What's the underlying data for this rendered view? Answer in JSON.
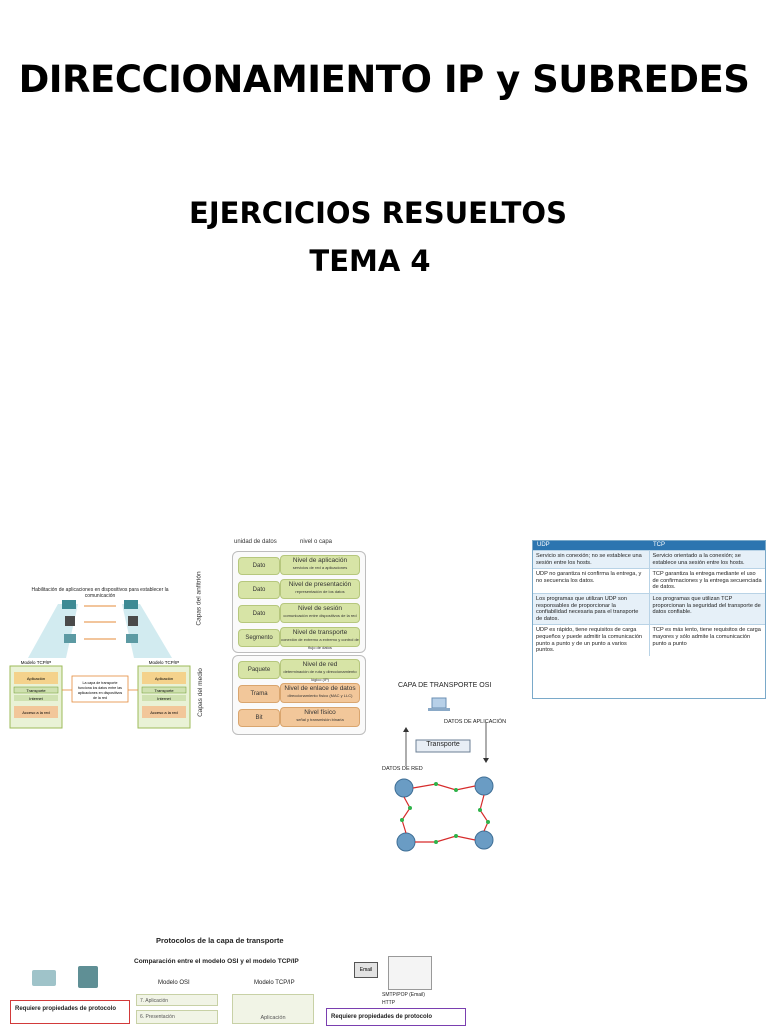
{
  "slide": {
    "title": "DIRECCIONAMIENTO IP y SUBREDES",
    "subtitle_1": "EJERCICIOS RESUELTOS",
    "subtitle_2": "TEMA 4"
  },
  "figure_app_comm": {
    "caption": "Habilitación de aplicaciones en dispositivos para establecer la comunicación",
    "model_left": "Modelo TCP/IP",
    "model_right": "Modelo TCP/IP",
    "layers": [
      "Aplicación",
      "Transporte",
      "Internet",
      "Acceso a la red"
    ],
    "callout": "La capa de transporte funciona los datos entre las aplicaciones en dispositivos de la red"
  },
  "figure_osi": {
    "col_pdu": "unidad de datos",
    "col_layer": "nivel o capa",
    "host_label": "Capas del anfitrión",
    "media_label": "Capas del medio",
    "host_rows": [
      {
        "pdu": "Dato",
        "layer": "Nivel de aplicación",
        "desc": "servicios de red a aplicaciones"
      },
      {
        "pdu": "Dato",
        "layer": "Nivel de presentación",
        "desc": "representación de los datos"
      },
      {
        "pdu": "Dato",
        "layer": "Nivel de sesión",
        "desc": "comunicación entre dispositivos de la red"
      },
      {
        "pdu": "Segmento",
        "layer": "Nivel de transporte",
        "desc": "conexión de extremo a extremo y control de flujo de datos"
      }
    ],
    "media_rows": [
      {
        "pdu": "Paquete",
        "layer": "Nivel de red",
        "desc": "determinación de ruta y direccionamiento lógico (IP)"
      },
      {
        "pdu": "Trama",
        "layer": "Nivel de enlace de datos",
        "desc": "direccionamiento físico (MAC y LLC)"
      },
      {
        "pdu": "Bit",
        "layer": "Nivel físico",
        "desc": "señal y transmisión binaria"
      }
    ]
  },
  "figure_transport": {
    "title": "CAPA DE TRANSPORTE OSI",
    "app_data": "DATOS DE APLICACIÓN",
    "transport": "Transporte",
    "net_data": "DATOS DE RED"
  },
  "figure_table": {
    "headers": [
      "UDP",
      "TCP"
    ],
    "rows": [
      [
        "Servicio sin conexión; no se establece una sesión entre los hosts.",
        "Servicio orientado a la conexión; se establece una sesión entre los hosts."
      ],
      [
        "UDP no garantiza ni confirma la entrega, y no secuencia los datos.",
        "TCP garantiza la entrega mediante el uso de confirmaciones y la entrega secuenciada de datos."
      ],
      [
        "Los programas que utilizan UDP son responsables de proporcionar la confiabilidad necesaria para el transporte de datos.",
        "Los programas que utilizan TCP proporcionan la seguridad del transporte de datos confiable."
      ],
      [
        "UDP es rápido, tiene requisitos de carga pequeños y puede admitir la comunicación punto a punto y de un punto a varios puntos.",
        "TCP es más lento, tiene requisitos de carga mayores y sólo admite la comunicación punto a punto"
      ]
    ]
  },
  "figure_bottom": {
    "title": "Protocolos de la capa de transporte",
    "subtitle": "Comparación entre el modelo OSI y el modelo TCP/IP",
    "osi": "Modelo OSI",
    "tcpip": "Modelo TCP/IP",
    "osi_layers": [
      "7. Aplicación",
      "6. Presentación"
    ],
    "tcpip_layer": "Aplicación",
    "req_left": "Requiere propiedades de protocolo",
    "req_right": "Requiere propiedades de protocolo",
    "email": "Email",
    "protocols": [
      "SMTP/POP (Email)",
      "HTTP"
    ]
  },
  "colors": {
    "text": "#000000",
    "table_header": "#2c75b0",
    "host_layers": "#d7e4a6",
    "media_layers": "#f2c79a",
    "router_link": "#d62b2b"
  }
}
